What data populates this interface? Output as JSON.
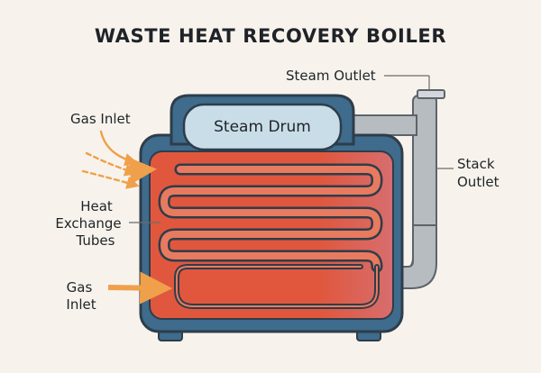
{
  "title": "WASTE HEAT RECOVERY BOILER",
  "labels": {
    "steam_outlet": "Steam Outlet",
    "steam_drum": "Steam Drum",
    "gas_inlet_top": "Gas Inlet",
    "stack_outlet_line1": "Stack",
    "stack_outlet_line2": "Outlet",
    "heat_line1": "Heat",
    "heat_line2": "Exchange",
    "heat_line3": "Tubes",
    "gas_inlet_bottom_line1": "Gas",
    "gas_inlet_bottom_line2": "Inlet"
  },
  "colors": {
    "background": "#f7f3ec",
    "casing": "#3f6b8c",
    "casing_dark": "#2e3d4a",
    "hot_gas": "#e0573e",
    "drum": "#c9dde8",
    "pipe": "#b7bcc1",
    "arrow": "#f0a04a",
    "tube_stroke": "#2e3d4a",
    "tube_fill": "#e87a5f"
  }
}
